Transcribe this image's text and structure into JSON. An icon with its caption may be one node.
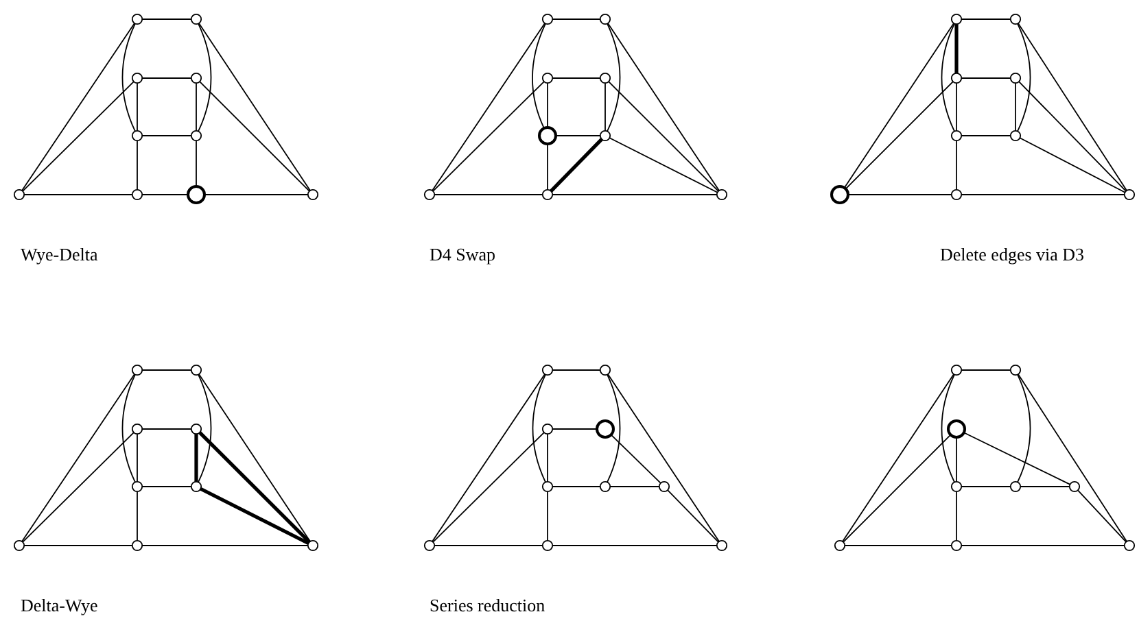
{
  "diagram": {
    "nodes": [
      {
        "text": [],
        "shape": "circle"
      },
      {
        "text": [],
        "shape": "circle"
      },
      {
        "text": [],
        "shape": "circle"
      },
      {
        "text": [],
        "shape": "circle"
      },
      {
        "text": [],
        "shape": "circle"
      },
      {
        "text": [],
        "shape": "circle"
      },
      {
        "text": [],
        "shape": "circle"
      },
      {
        "text": [],
        "shape": "circle"
      },
      {
        "text": [],
        "shape": "circle"
      },
      {
        "text": [],
        "shape": "circle"
      },
      {
        "text": [],
        "shape": "circle"
      },
      {
        "text": [],
        "shape": "circle"
      },
      {
        "text": [],
        "shape": "circle"
      },
      {
        "text": [],
        "shape": "circle"
      },
      {
        "text": [],
        "shape": "circle"
      },
      {
        "text": [],
        "shape": "circle"
      },
      {
        "text": [],
        "shape": "circle"
      },
      {
        "text": [],
        "shape": "circle"
      },
      {
        "text": [],
        "shape": "circle"
      },
      {
        "text": [],
        "shape": "circle"
      },
      {
        "text": [],
        "shape": "circle"
      },
      {
        "text": [],
        "shape": "circle"
      },
      {
        "text": [],
        "shape": "circle"
      },
      {
        "text": [],
        "shape": "circle"
      },
      {
        "text": [],
        "shape": "circle"
      },
      {
        "text": [],
        "shape": "circle"
      },
      {
        "text": [],
        "shape": "circle"
      },
      {
        "text": [],
        "shape": "circle"
      },
      {
        "text": [],
        "shape": "circle"
      },
      {
        "text": [],
        "shape": "circle"
      },
      {
        "text": [],
        "shape": "circle"
      },
      {
        "text": [],
        "shape": "circle"
      },
      {
        "text": [],
        "shape": "circle"
      },
      {
        "text": [],
        "shape": "circle"
      },
      {
        "text": [],
        "shape": "circle"
      },
      {
        "text": [],
        "shape": "circle"
      },
      {
        "text": [],
        "shape": "circle"
      },
      {
        "text": [],
        "shape": "circle"
      },
      {
        "text": [],
        "shape": "circle"
      },
      {
        "text": [],
        "shape": "circle"
      },
      {
        "text": [],
        "shape": "circle"
      },
      {
        "text": [],
        "shape": "circle"
      },
      {
        "text": [],
        "shape": "circle"
      },
      {
        "text": [],
        "shape": "circle"
      },
      {
        "text": [],
        "shape": "circle"
      },
      {
        "text": [],
        "shape": "circle"
      },
      {
        "text": [],
        "shape": "circle"
      },
      {
        "text": [],
        "shape": "circle"
      },
      {
        "text": [],
        "shape": "circle"
      },
      {
        "text": [],
        "shape": "circle"
      },
      {
        "text": [],
        "shape": "circle"
      },
      {
        "text": [],
        "shape": "circle"
      },
      {
        "text": [],
        "shape": "circle"
      },
      {
        "text": [],
        "shape": "circle"
      },
      {
        "text": [],
        "shape": "circle"
      },
      {
        "text": [],
        "shape": "circle"
      }
    ],
    "edges": [
      {
        "from": 0,
        "to": 1,
        "arrow": "none"
      },
      {
        "from": 0,
        "to": 6,
        "arrow": "none"
      },
      {
        "from": 1,
        "to": 9,
        "arrow": "none"
      },
      {
        "from": 2,
        "to": 3,
        "arrow": "none"
      },
      {
        "from": 2,
        "to": 4,
        "arrow": "none"
      },
      {
        "from": 3,
        "to": 5,
        "arrow": "none"
      },
      {
        "from": 4,
        "to": 5,
        "arrow": "none"
      },
      {
        "from": 2,
        "to": 6,
        "arrow": "none"
      },
      {
        "from": 3,
        "to": 9,
        "arrow": "none"
      },
      {
        "from": 4,
        "to": 7,
        "arrow": "none"
      },
      {
        "from": 5,
        "to": 8,
        "arrow": "none"
      },
      {
        "from": 6,
        "to": 7,
        "arrow": "none"
      },
      {
        "from": 7,
        "to": 8,
        "arrow": "none"
      },
      {
        "from": 8,
        "to": 9,
        "arrow": "none"
      },
      {
        "from": 0,
        "to": 4,
        "arrow": "none"
      },
      {
        "from": 1,
        "to": 5,
        "arrow": "none"
      },
      {
        "from": 10,
        "to": 11,
        "arrow": "none"
      },
      {
        "from": 10,
        "to": 16,
        "arrow": "none"
      },
      {
        "from": 11,
        "to": 18,
        "arrow": "none"
      },
      {
        "from": 12,
        "to": 13,
        "arrow": "none"
      },
      {
        "from": 12,
        "to": 14,
        "arrow": "none"
      },
      {
        "from": 13,
        "to": 15,
        "arrow": "none"
      },
      {
        "from": 14,
        "to": 15,
        "arrow": "none"
      },
      {
        "from": 12,
        "to": 16,
        "arrow": "none"
      },
      {
        "from": 13,
        "to": 18,
        "arrow": "none"
      },
      {
        "from": 15,
        "to": 18,
        "arrow": "none"
      },
      {
        "from": 17,
        "to": 15,
        "arrow": "none",
        "style": "thick"
      },
      {
        "from": 14,
        "to": 17,
        "arrow": "none"
      },
      {
        "from": 16,
        "to": 17,
        "arrow": "none"
      },
      {
        "from": 17,
        "to": 18,
        "arrow": "none"
      },
      {
        "from": 10,
        "to": 14,
        "arrow": "none"
      },
      {
        "from": 11,
        "to": 15,
        "arrow": "none"
      },
      {
        "from": 19,
        "to": 20,
        "arrow": "none"
      },
      {
        "from": 19,
        "to": 21,
        "arrow": "none",
        "style": "thick"
      },
      {
        "from": 19,
        "to": 25,
        "arrow": "none"
      },
      {
        "from": 20,
        "to": 27,
        "arrow": "none"
      },
      {
        "from": 21,
        "to": 22,
        "arrow": "none"
      },
      {
        "from": 21,
        "to": 25,
        "arrow": "none"
      },
      {
        "from": 22,
        "to": 24,
        "arrow": "none"
      },
      {
        "from": 22,
        "to": 27,
        "arrow": "none"
      },
      {
        "from": 21,
        "to": 23,
        "arrow": "none"
      },
      {
        "from": 23,
        "to": 24,
        "arrow": "none"
      },
      {
        "from": 24,
        "to": 27,
        "arrow": "none"
      },
      {
        "from": 23,
        "to": 26,
        "arrow": "none"
      },
      {
        "from": 25,
        "to": 26,
        "arrow": "none"
      },
      {
        "from": 26,
        "to": 27,
        "arrow": "none"
      },
      {
        "from": 19,
        "to": 23,
        "arrow": "none"
      },
      {
        "from": 20,
        "to": 24,
        "arrow": "none"
      },
      {
        "from": 28,
        "to": 29,
        "arrow": "none"
      },
      {
        "from": 28,
        "to": 34,
        "arrow": "none"
      },
      {
        "from": 29,
        "to": 36,
        "arrow": "none"
      },
      {
        "from": 30,
        "to": 31,
        "arrow": "none"
      },
      {
        "from": 30,
        "to": 32,
        "arrow": "none"
      },
      {
        "from": 31,
        "to": 33,
        "arrow": "none",
        "style": "thick"
      },
      {
        "from": 32,
        "to": 33,
        "arrow": "none"
      },
      {
        "from": 30,
        "to": 34,
        "arrow": "none"
      },
      {
        "from": 31,
        "to": 36,
        "arrow": "none",
        "style": "thick"
      },
      {
        "from": 33,
        "to": 36,
        "arrow": "none",
        "style": "thick"
      },
      {
        "from": 32,
        "to": 35,
        "arrow": "none"
      },
      {
        "from": 34,
        "to": 35,
        "arrow": "none"
      },
      {
        "from": 35,
        "to": 36,
        "arrow": "none"
      },
      {
        "from": 28,
        "to": 32,
        "arrow": "none"
      },
      {
        "from": 29,
        "to": 33,
        "arrow": "none"
      },
      {
        "from": 37,
        "to": 38,
        "arrow": "none"
      },
      {
        "from": 37,
        "to": 44,
        "arrow": "none"
      },
      {
        "from": 38,
        "to": 46,
        "arrow": "none"
      },
      {
        "from": 39,
        "to": 40,
        "arrow": "none"
      },
      {
        "from": 39,
        "to": 41,
        "arrow": "none"
      },
      {
        "from": 39,
        "to": 44,
        "arrow": "none"
      },
      {
        "from": 40,
        "to": 43,
        "arrow": "none"
      },
      {
        "from": 41,
        "to": 42,
        "arrow": "none"
      },
      {
        "from": 42,
        "to": 43,
        "arrow": "none"
      },
      {
        "from": 43,
        "to": 46,
        "arrow": "none"
      },
      {
        "from": 41,
        "to": 45,
        "arrow": "none"
      },
      {
        "from": 44,
        "to": 45,
        "arrow": "none"
      },
      {
        "from": 45,
        "to": 46,
        "arrow": "none"
      },
      {
        "from": 37,
        "to": 41,
        "arrow": "none"
      },
      {
        "from": 38,
        "to": 42,
        "arrow": "none"
      },
      {
        "from": 47,
        "to": 48,
        "arrow": "none"
      },
      {
        "from": 47,
        "to": 53,
        "arrow": "none"
      },
      {
        "from": 48,
        "to": 55,
        "arrow": "none"
      },
      {
        "from": 49,
        "to": 50,
        "arrow": "none"
      },
      {
        "from": 49,
        "to": 53,
        "arrow": "none"
      },
      {
        "from": 49,
        "to": 52,
        "arrow": "none"
      },
      {
        "from": 50,
        "to": 51,
        "arrow": "none"
      },
      {
        "from": 51,
        "to": 52,
        "arrow": "none"
      },
      {
        "from": 52,
        "to": 55,
        "arrow": "none"
      },
      {
        "from": 50,
        "to": 54,
        "arrow": "none"
      },
      {
        "from": 53,
        "to": 54,
        "arrow": "none"
      },
      {
        "from": 54,
        "to": 55,
        "arrow": "none"
      },
      {
        "from": 47,
        "to": 50,
        "arrow": "none"
      },
      {
        "from": 48,
        "to": 51,
        "arrow": "none"
      }
    ],
    "labels": [
      "Wye-Delta",
      "D4 Swap",
      "Delete edges via D3",
      "Delta-Wye",
      "Series reduction"
    ]
  }
}
